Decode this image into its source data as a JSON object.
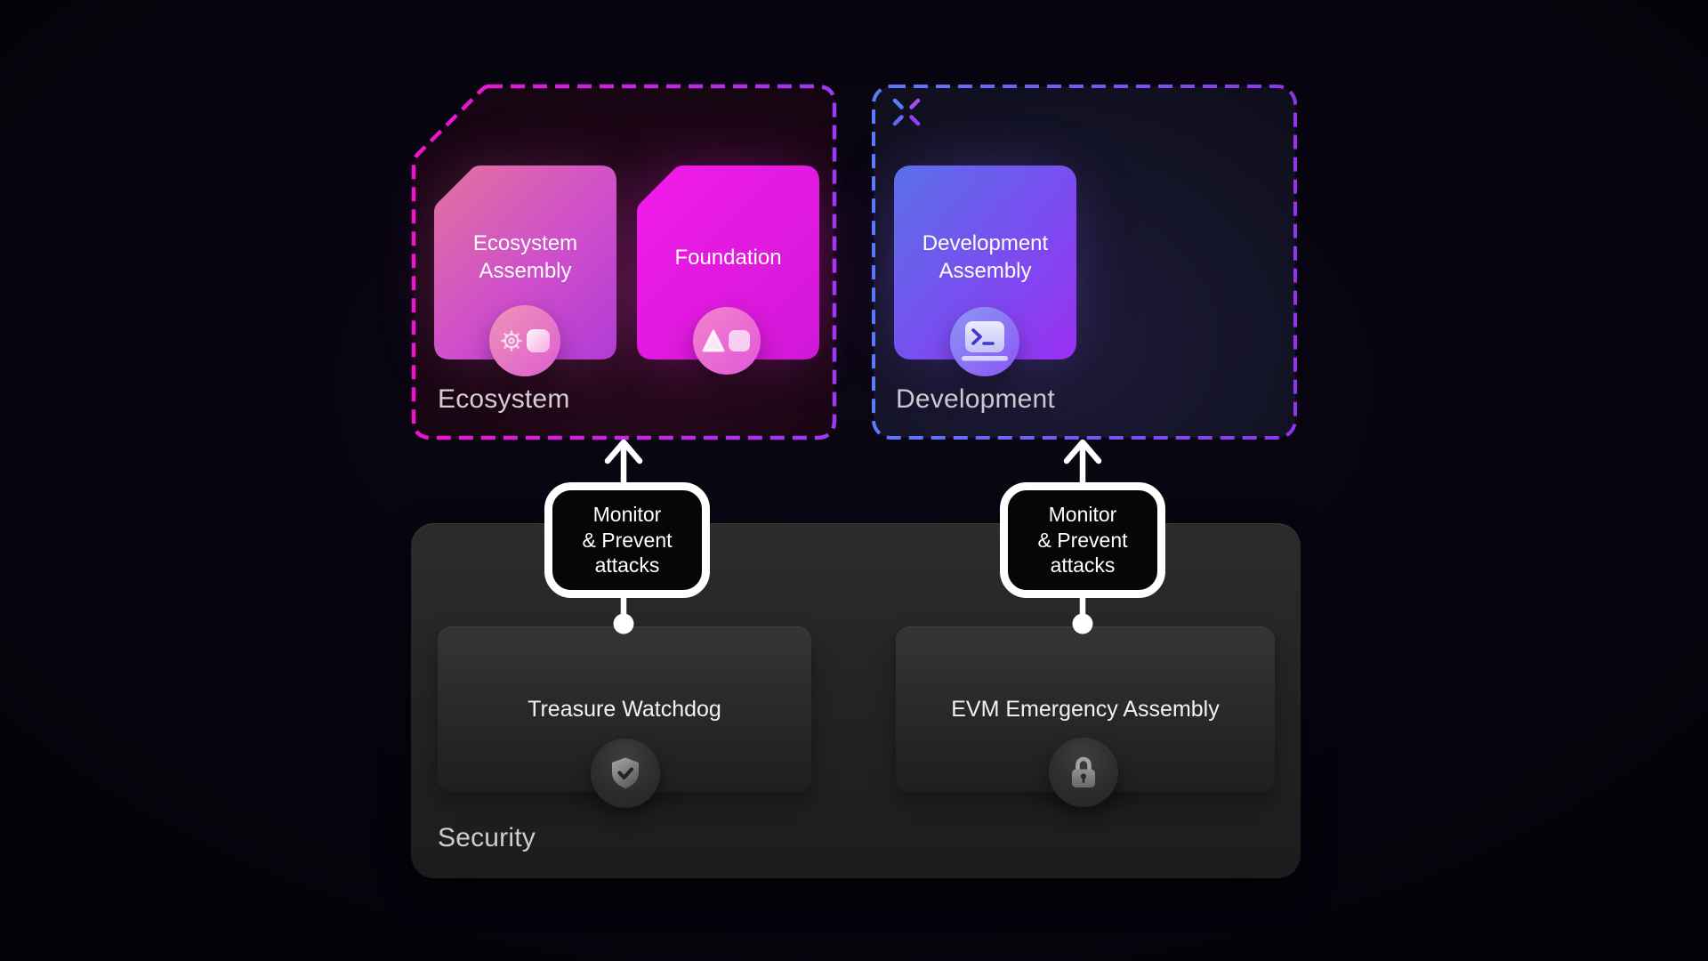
{
  "zones": {
    "ecosystem": {
      "label": "Ecosystem",
      "border_colors": [
        "#f013cd",
        "#9b3bf2"
      ],
      "cards": [
        {
          "title": "Ecosystem Assembly",
          "icon": "gear-shape-icon"
        },
        {
          "title": "Foundation",
          "icon": "triangle-square-icon"
        }
      ]
    },
    "development": {
      "label": "Development",
      "border_colors": [
        "#5a7bfa",
        "#9134ec"
      ],
      "header_icon": "collapse-x-icon",
      "cards": [
        {
          "title": "Development Assembly",
          "icon": "terminal-icon"
        }
      ]
    },
    "security": {
      "label": "Security",
      "panel_color": "#242424",
      "cards": [
        {
          "title": "Treasure Watchdog",
          "icon": "shield-check-icon"
        },
        {
          "title": "EVM Emergency Assembly",
          "icon": "lock-icon"
        }
      ]
    }
  },
  "connectors": {
    "left": {
      "label": "Monitor\n& Prevent\nattacks"
    },
    "right": {
      "label": "Monitor\n& Prevent\nattacks"
    }
  },
  "colors": {
    "ecosystem_card_gradient": [
      "#e0739e",
      "#b13bd6"
    ],
    "foundation_card_gradient": [
      "#f11ce9",
      "#cf18d8"
    ],
    "development_card_gradient": [
      "#5a70e8",
      "#9a30f2"
    ],
    "badge_border": "#ffffff",
    "badge_bg": "#060606"
  }
}
